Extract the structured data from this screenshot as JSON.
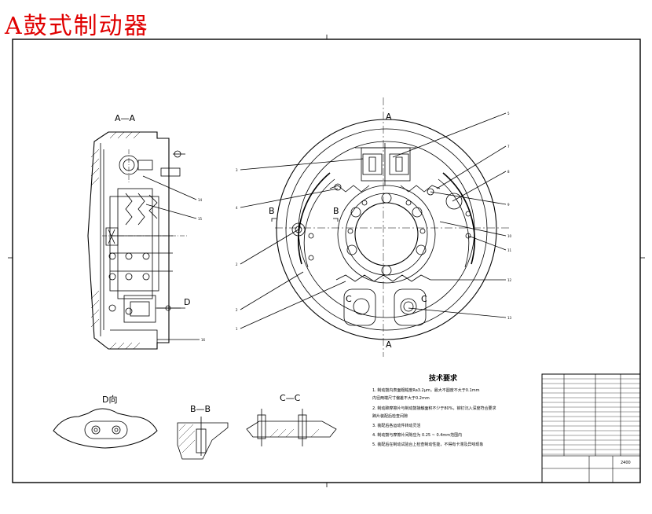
{
  "title": "A鼓式制动器",
  "views": {
    "section_aa": "A—A",
    "section_bb": "B—B",
    "section_cc": "C—C",
    "view_d": "D向",
    "marker_a": "A",
    "marker_b": "B",
    "marker_c": "C",
    "marker_d": "D"
  },
  "tech_requirements": {
    "heading": "技术要求",
    "items": [
      "1. 制动鼓内表面粗糙度Ra3.2μm，最大不圆度不大于0.1mm",
      "内径两端尺寸偏差不大于0.2mm",
      "2. 制动蹄摩擦片与制动鼓接触面积不少于80%，铆钉沉入深度符合要求",
      "蹄片装配后检查间隙",
      "3. 装配后各运动件转动灵活",
      "4. 制动鼓与摩擦片间隙应为 0.25 ~ 0.4mm范围内",
      "5. 装配后在制动试验台上检查制动性能，不得有卡滞及异响现象"
    ]
  },
  "callouts": {
    "left_main": [
      "3",
      "4",
      "2",
      "2",
      "1"
    ],
    "right_main": [
      "5",
      "7",
      "8",
      "9",
      "10",
      "11",
      "12",
      "13"
    ],
    "aa_view": [
      "14",
      "15",
      "16"
    ]
  },
  "title_block": {
    "drawing_no": "2400"
  }
}
